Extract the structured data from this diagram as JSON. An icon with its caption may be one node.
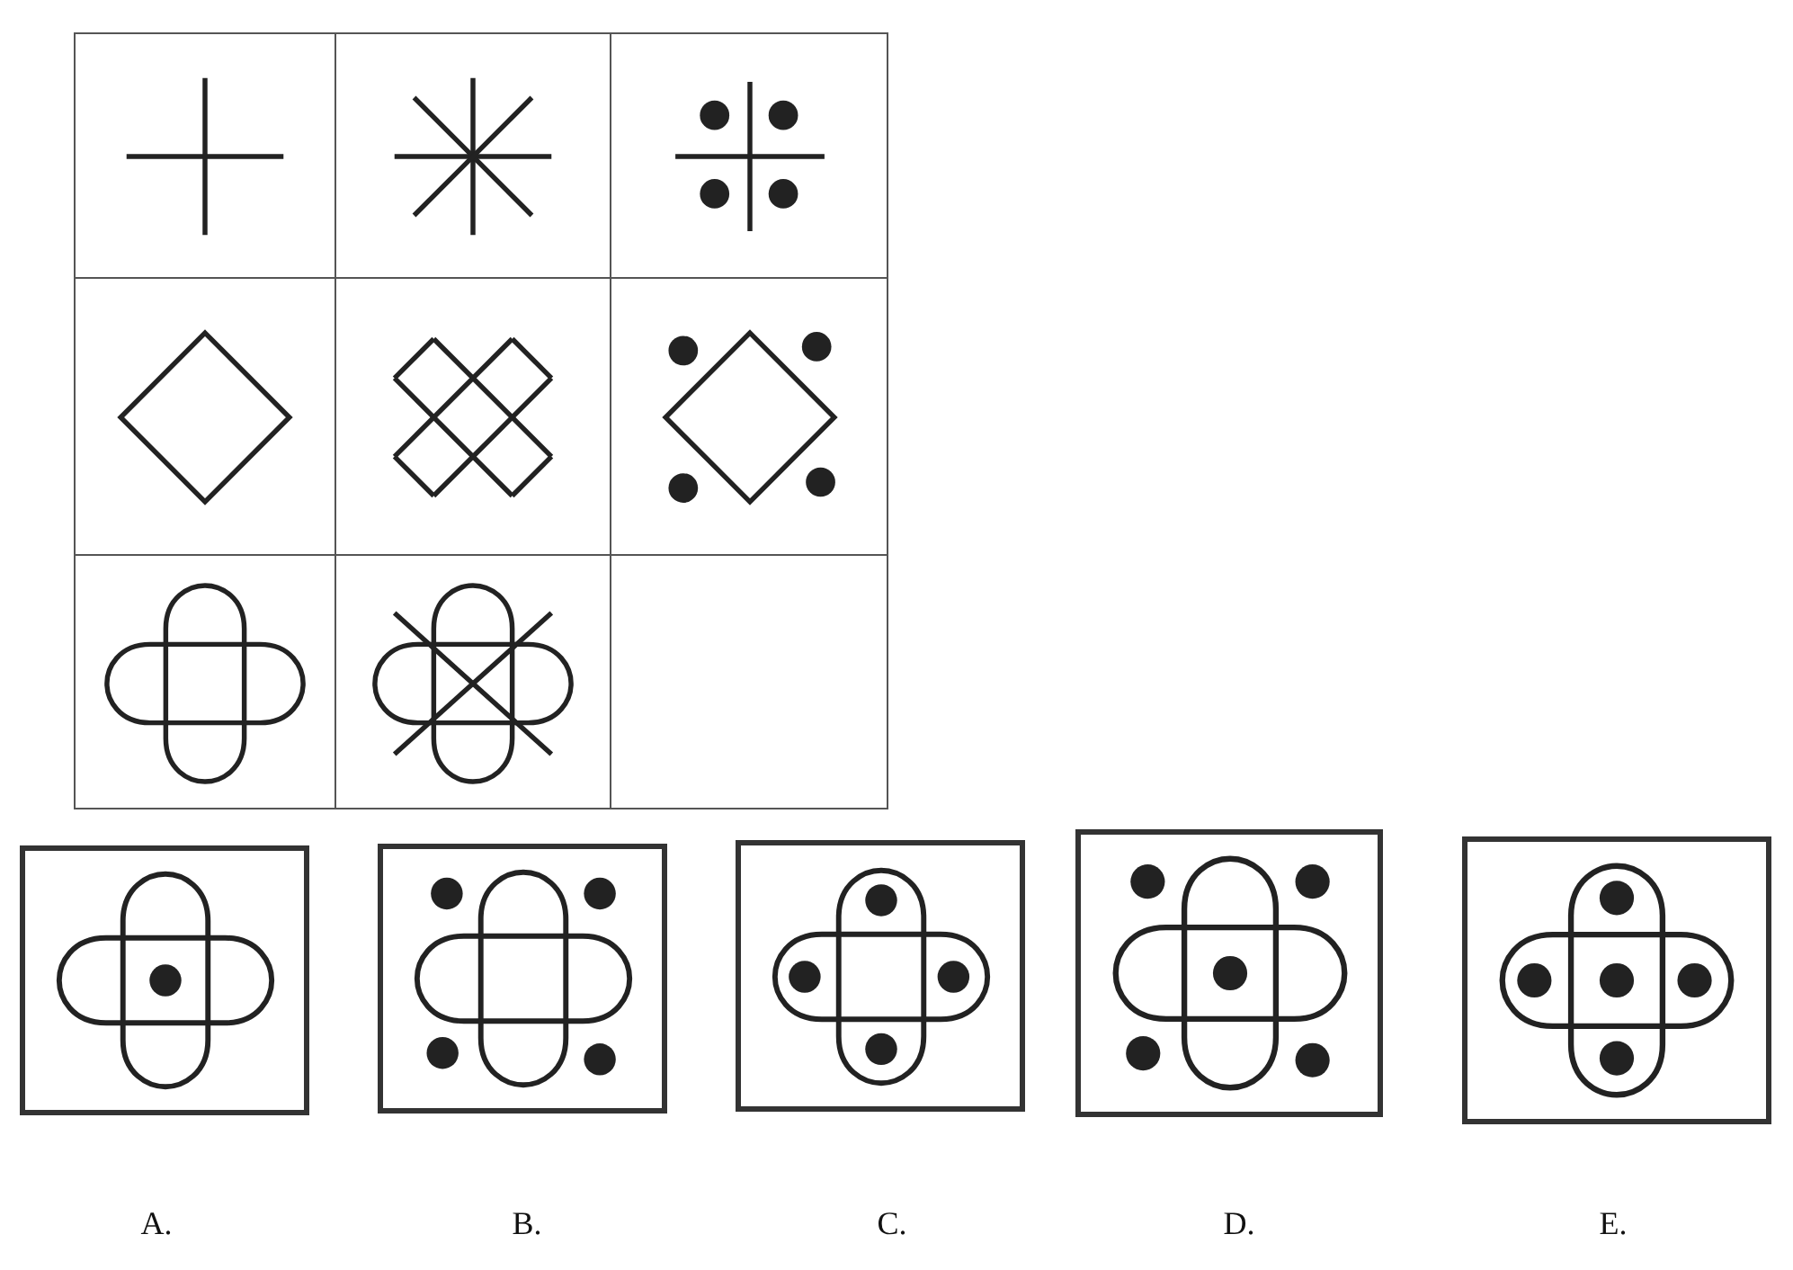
{
  "diagram": {
    "labels": [
      "A.",
      "B.",
      "C.",
      "D.",
      "E."
    ]
  }
}
